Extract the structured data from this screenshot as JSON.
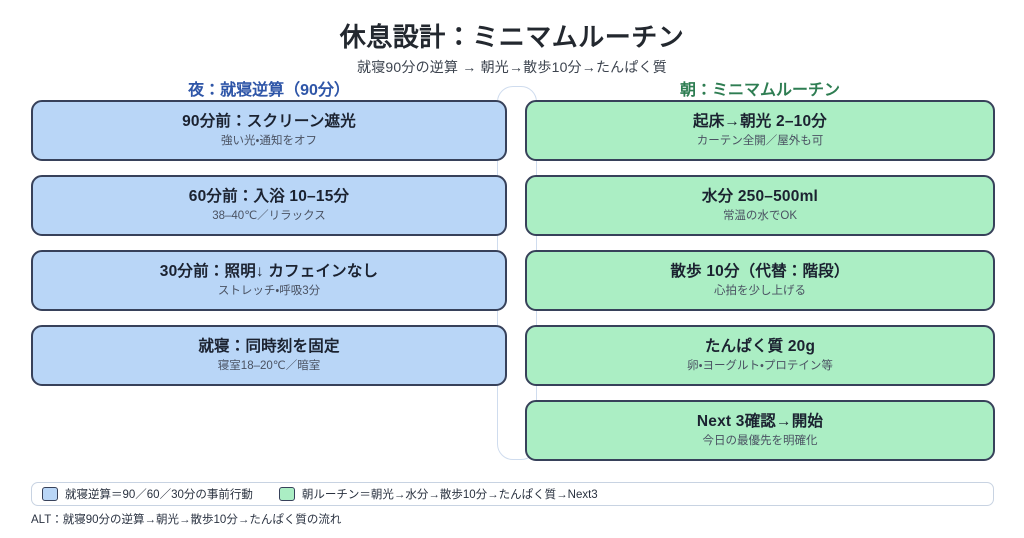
{
  "header": {
    "title": "休息設計：ミニマムルーチン",
    "subtitle": "就寝90分の逆算 → 朝光→散歩10分→たんぱく質"
  },
  "columns": {
    "night": {
      "heading": "夜：就寝逆算（90分）",
      "accent_color": "#2f56a8",
      "card_fill": "#b9d6f7",
      "cards": [
        {
          "title": "90分前：スクリーン遮光",
          "sub": "強い光・通知をオフ"
        },
        {
          "title": "60分前：入浴 10–15分",
          "sub": "38–40℃／リラックス"
        },
        {
          "title": "30分前：照明↓ カフェインなし",
          "sub": "ストレッチ・呼吸3分"
        },
        {
          "title": "就寝：同時刻を固定",
          "sub": "寝室18–20℃／暗室"
        }
      ]
    },
    "morning": {
      "heading": "朝：ミニマムルーチン",
      "accent_color": "#2e7d52",
      "card_fill": "#abeec4",
      "cards": [
        {
          "title": "起床→朝光 2–10分",
          "sub": "カーテン全開／屋外も可"
        },
        {
          "title": "水分 250–500ml",
          "sub": "常温の水でOK"
        },
        {
          "title": "散歩 10分（代替：階段）",
          "sub": "心拍を少し上げる"
        },
        {
          "title": "たんぱく質 20g",
          "sub": "卵・ヨーグルト・プロテイン等"
        },
        {
          "title": "Next 3確認→開始",
          "sub": "今日の最優先を明確化"
        }
      ]
    }
  },
  "legend": {
    "items": [
      {
        "swatch": "night",
        "label": "就寝逆算＝90／60／30分の事前行動"
      },
      {
        "swatch": "morning",
        "label": "朝ルーチン＝朝光→水分→散歩10分→たんぱく質→Next3"
      }
    ]
  },
  "footer": {
    "alt_text": "ALT：就寝90分の逆算→朝光→散歩10分→たんぱく質の流れ"
  }
}
